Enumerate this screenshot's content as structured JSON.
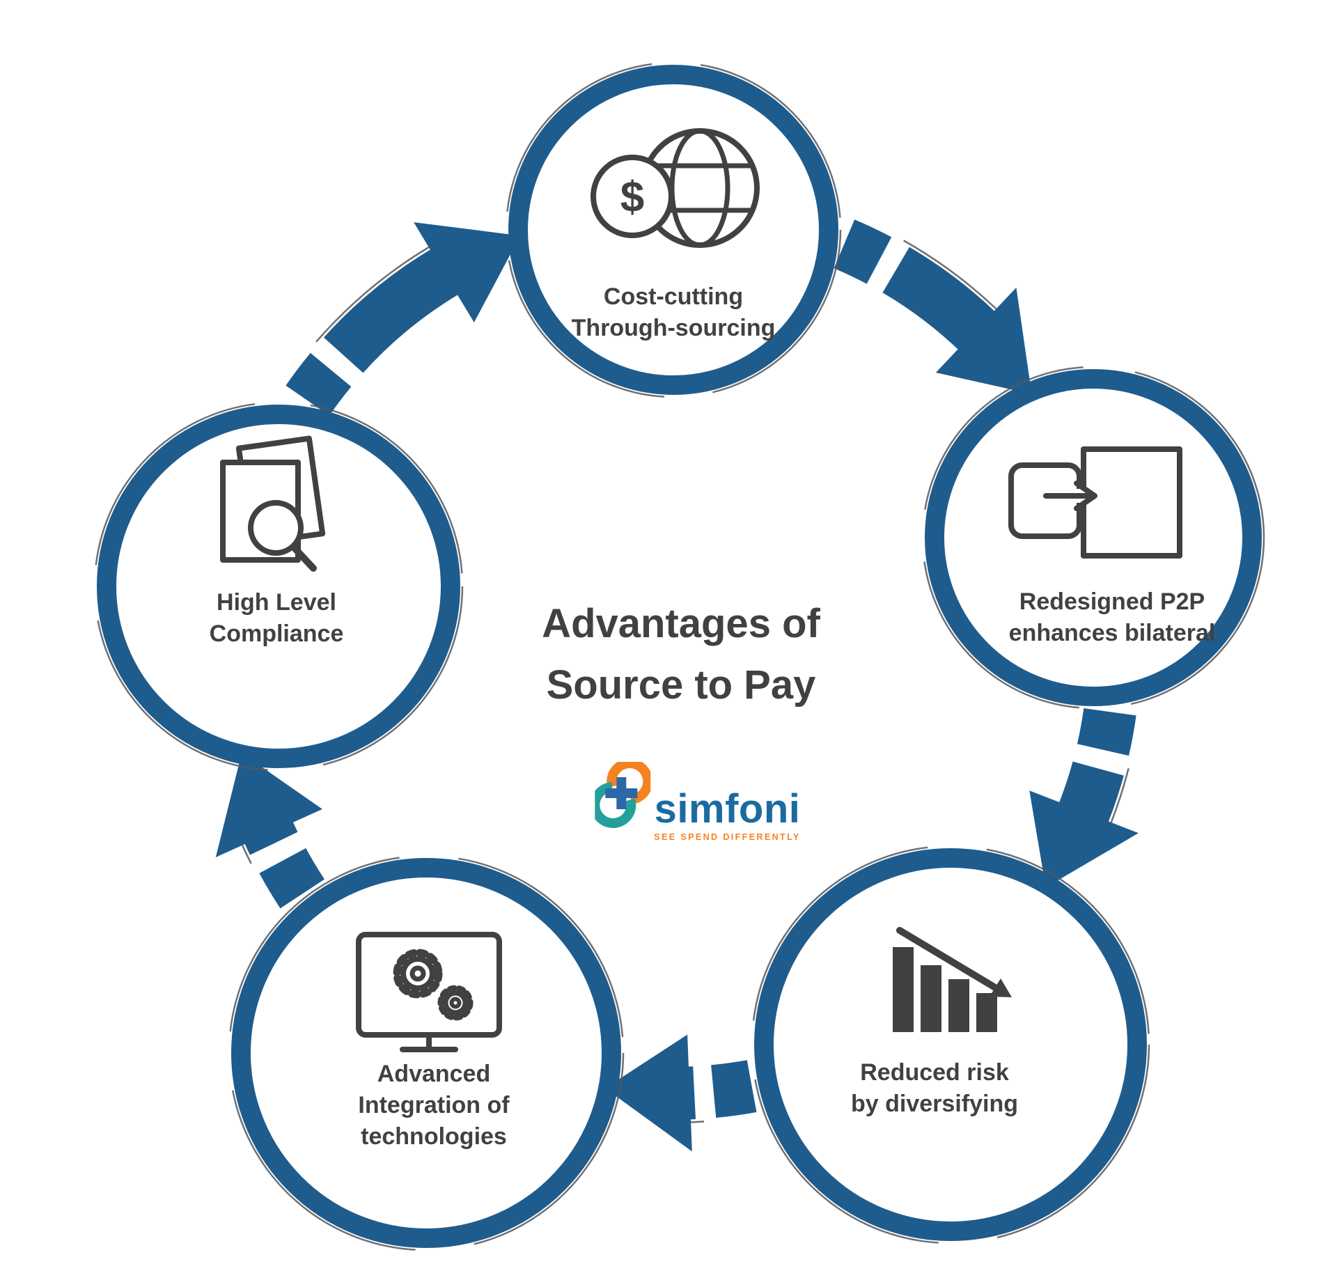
{
  "title": {
    "line1": "Advantages of",
    "line2": "Source to Pay"
  },
  "logo": {
    "wordmark": "simfoni",
    "tagline": "SEE SPEND DIFFERENTLY"
  },
  "colors": {
    "ring_blue": "#1f5c8e",
    "icon_gray": "#414042",
    "sketch_gray": "#56575b",
    "logo_blue": "#1c6ba0",
    "logo_orange": "#f58220",
    "logo_teal": "#23a09a",
    "logo_plus_blue": "#2d67a7"
  },
  "nodes": [
    {
      "position": "top",
      "icon": "globe-dollar-icon",
      "icon_glyph": "$",
      "label_lines": [
        "Cost-cutting",
        "Through-sourcing"
      ]
    },
    {
      "position": "right",
      "icon": "document-transfer-icon",
      "label_lines": [
        "Redesigned P2P",
        "enhances bilateral"
      ]
    },
    {
      "position": "bottom-right",
      "icon": "declining-bar-chart-icon",
      "label_lines": [
        "Reduced risk",
        "by diversifying"
      ]
    },
    {
      "position": "bottom-left",
      "icon": "monitor-gears-icon",
      "label_lines": [
        "Advanced",
        "Integration of",
        "technologies"
      ]
    },
    {
      "position": "left",
      "icon": "documents-magnifier-icon",
      "label_lines": [
        "High Level",
        "Compliance"
      ]
    }
  ]
}
